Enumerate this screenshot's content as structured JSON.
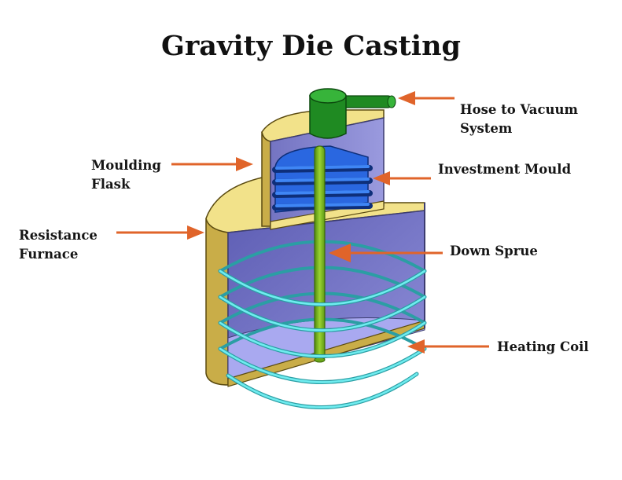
{
  "title": "Gravity Die Casting",
  "labels": {
    "hose": [
      "Hose to Vacuum",
      "System"
    ],
    "moulding_flask": [
      "Moulding",
      "Flask"
    ],
    "investment_mould": [
      "Investment Mould"
    ],
    "resistance_furnace": [
      "Resistance",
      "Furnace"
    ],
    "down_sprue": [
      "Down Sprue"
    ],
    "heating_coil": [
      "Heating Coil"
    ]
  },
  "colors": {
    "arrow": "#e0642a",
    "furnace_wall": "#f2e28a",
    "furnace_wall_dark": "#c9ad48",
    "furnace_interior": "#6e6ec0",
    "furnace_floor": "#a9a9f0",
    "mould": "#2a67e0",
    "sprue": "#86bf1e",
    "hose": "#1f8a22",
    "coil": "#5fe2e6"
  }
}
